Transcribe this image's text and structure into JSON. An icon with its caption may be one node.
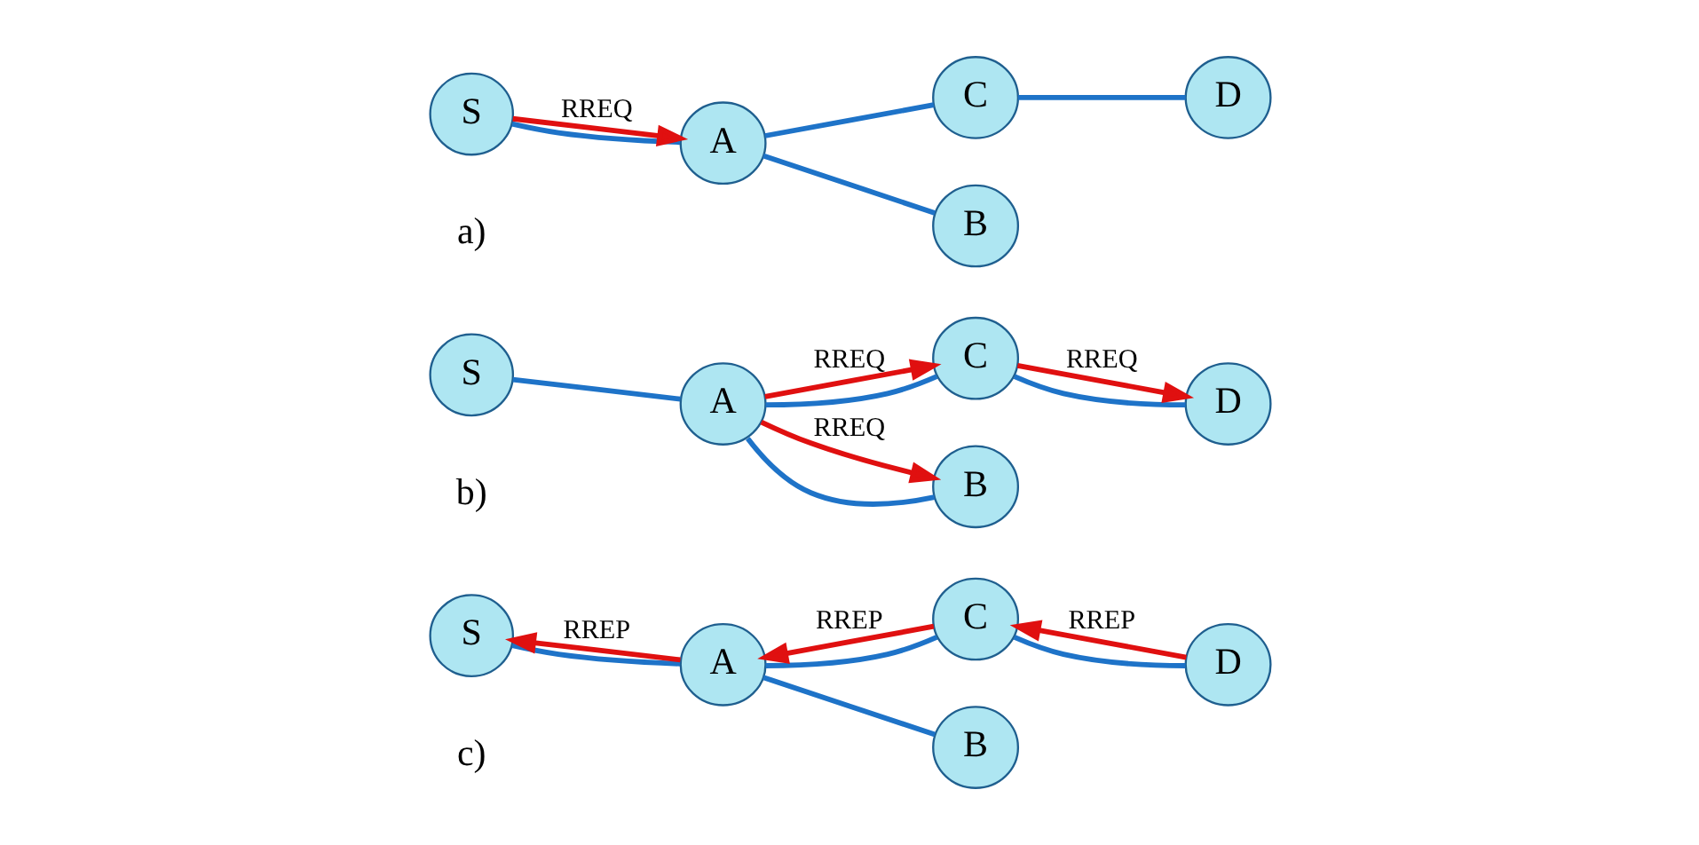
{
  "diagram": {
    "nodes": [
      {
        "text": [
          "B"
        ]
      },
      {
        "text": [
          "S"
        ]
      },
      {
        "text": [
          "A"
        ]
      },
      {
        "text": [
          "C"
        ]
      },
      {
        "text": [
          "D"
        ]
      },
      {
        "text": [
          "B"
        ]
      },
      {
        "text": [
          "S"
        ]
      },
      {
        "text": [
          "A"
        ]
      },
      {
        "text": [
          "C"
        ]
      },
      {
        "text": [
          "D"
        ]
      },
      {
        "text": [
          "B"
        ]
      },
      {
        "text": [
          "S"
        ]
      },
      {
        "text": [
          "A"
        ]
      },
      {
        "text": [
          "C"
        ]
      },
      {
        "text": [
          "D"
        ]
      }
    ],
    "edges": [
      {
        "from": 1,
        "to": 2,
        "arrow": "none"
      },
      {
        "from": 2,
        "to": 0,
        "arrow": "none"
      },
      {
        "from": 2,
        "to": 3,
        "arrow": "none"
      },
      {
        "from": 3,
        "to": 4,
        "arrow": "none"
      },
      {
        "from": 1,
        "to": 2,
        "arrow": "to",
        "label": "RREQ",
        "color": "#e01010"
      },
      {
        "from": 6,
        "to": 7,
        "arrow": "none"
      },
      {
        "from": 7,
        "to": 5,
        "arrow": "none"
      },
      {
        "from": 7,
        "to": 8,
        "arrow": "none"
      },
      {
        "from": 8,
        "to": 9,
        "arrow": "none"
      },
      {
        "from": 7,
        "to": 5,
        "arrow": "to",
        "label": "RREQ",
        "color": "#e01010"
      },
      {
        "from": 7,
        "to": 8,
        "arrow": "to",
        "label": "RREQ",
        "color": "#e01010"
      },
      {
        "from": 8,
        "to": 9,
        "arrow": "to",
        "label": "RREQ",
        "color": "#e01010"
      },
      {
        "from": 11,
        "to": 12,
        "arrow": "none"
      },
      {
        "from": 12,
        "to": 10,
        "arrow": "none"
      },
      {
        "from": 12,
        "to": 13,
        "arrow": "none"
      },
      {
        "from": 13,
        "to": 14,
        "arrow": "none"
      },
      {
        "from": 12,
        "to": 11,
        "arrow": "to",
        "label": "RREP",
        "color": "#e01010"
      },
      {
        "from": 13,
        "to": 12,
        "arrow": "to",
        "label": "RREP",
        "color": "#e01010"
      },
      {
        "from": 14,
        "to": 13,
        "arrow": "to",
        "label": "RREP",
        "color": "#e01010"
      }
    ],
    "labels": [
      "a)",
      "b)",
      "c)"
    ]
  }
}
